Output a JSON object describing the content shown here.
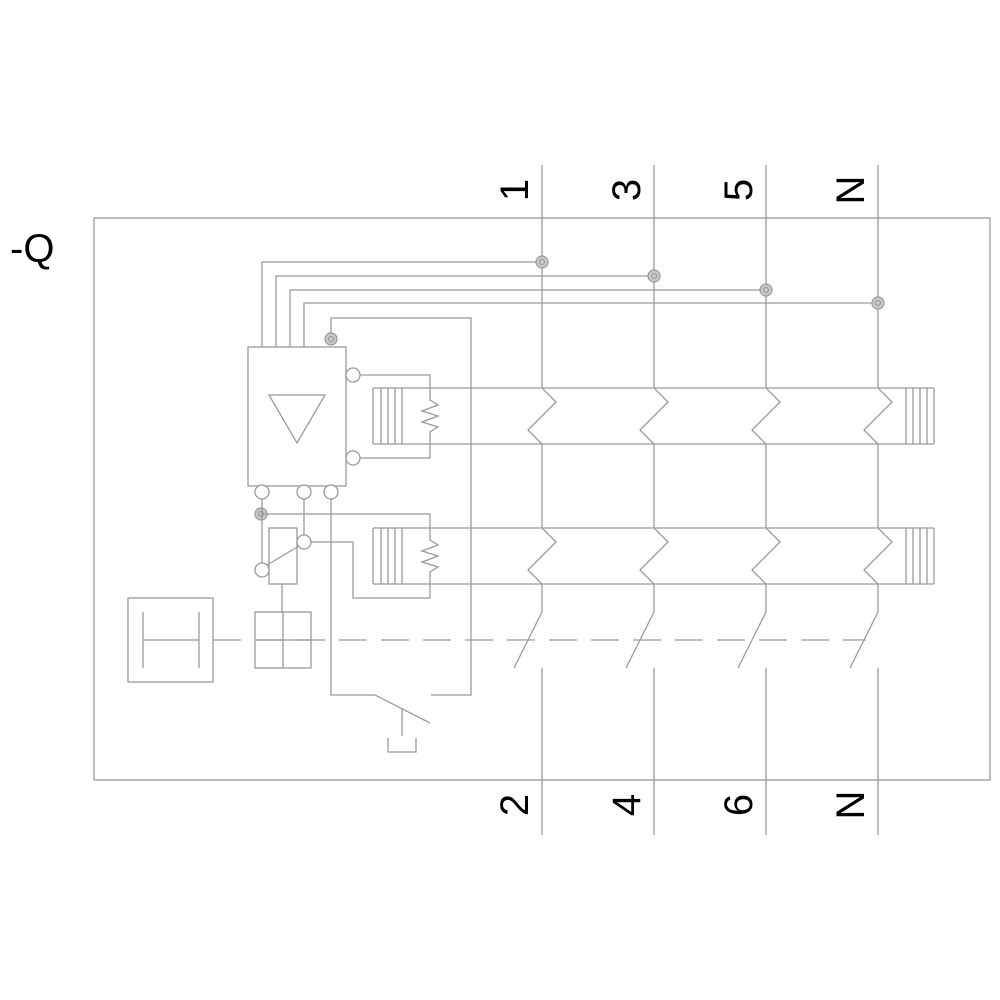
{
  "device": {
    "designation": "-Q"
  },
  "terminals": {
    "top": [
      "1",
      "3",
      "5",
      "N"
    ],
    "bottom": [
      "2",
      "4",
      "6",
      "N"
    ]
  },
  "colors": {
    "line": "#9a9a9a",
    "text": "#000000",
    "terminal_dot": "#a0a0a0"
  }
}
